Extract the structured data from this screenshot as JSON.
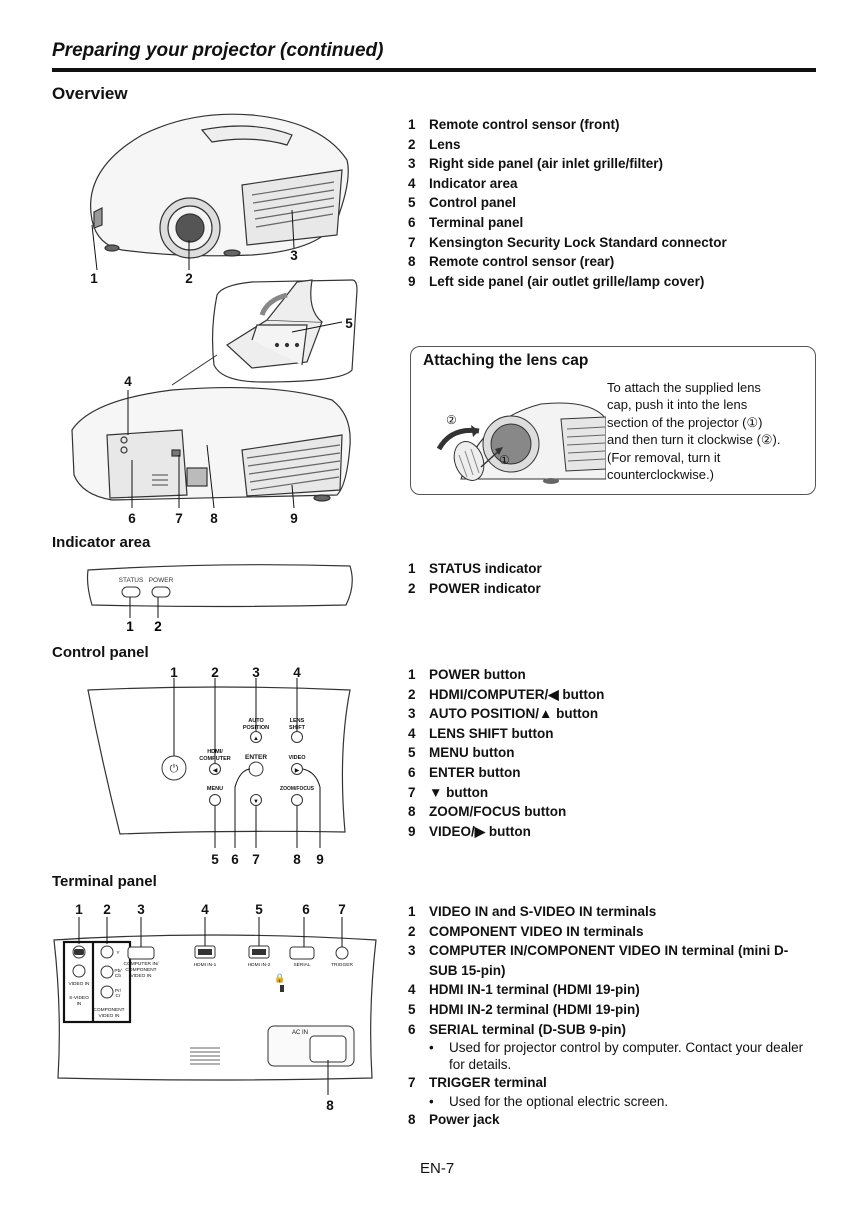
{
  "header": {
    "title": "Preparing your projector (continued)"
  },
  "overview": {
    "title": "Overview",
    "callouts": [
      "1",
      "2",
      "3",
      "4",
      "5",
      "6",
      "7",
      "8",
      "9"
    ],
    "items": [
      {
        "n": "1",
        "text": "Remote control sensor (front)"
      },
      {
        "n": "2",
        "text": "Lens"
      },
      {
        "n": "3",
        "text": "Right side panel (air inlet grille/filter)"
      },
      {
        "n": "4",
        "text": "Indicator area"
      },
      {
        "n": "5",
        "text": "Control panel"
      },
      {
        "n": "6",
        "text": "Terminal panel"
      },
      {
        "n": "7",
        "text": "Kensington Security Lock Standard connector"
      },
      {
        "n": "8",
        "text": "Remote control sensor (rear)"
      },
      {
        "n": "9",
        "text": "Left side panel (air outlet grille/lamp cover)"
      }
    ]
  },
  "lens_cap": {
    "title": "Attaching the lens cap",
    "text_lines": [
      "To attach the supplied lens",
      "cap, push it into the lens",
      "section of the projector (①)",
      "and then turn it clockwise (②).",
      "(For removal, turn it",
      "counterclockwise.)"
    ],
    "marks": [
      "②",
      "①"
    ]
  },
  "indicator_area": {
    "title": "Indicator area",
    "panel_labels": [
      "STATUS",
      "POWER"
    ],
    "callouts": [
      "1",
      "2"
    ],
    "items": [
      {
        "n": "1",
        "text": "STATUS indicator"
      },
      {
        "n": "2",
        "text": "POWER indicator"
      }
    ]
  },
  "control_panel": {
    "title": "Control panel",
    "callouts": [
      "1",
      "2",
      "3",
      "4",
      "5",
      "6",
      "7",
      "8",
      "9"
    ],
    "panel_labels": {
      "hdmi": [
        "HDMI/",
        "COMPUTER"
      ],
      "auto": [
        "AUTO",
        "POSITION"
      ],
      "lens": [
        "LENS",
        "SHIFT"
      ],
      "enter": "ENTER",
      "video": "VIDEO",
      "menu": "MENU",
      "zoom": "ZOOM/FOCUS"
    },
    "items": [
      {
        "n": "1",
        "text": "POWER button"
      },
      {
        "n": "2",
        "text": "HDMI/COMPUTER/◀ button"
      },
      {
        "n": "3",
        "text": "AUTO POSITION/▲ button"
      },
      {
        "n": "4",
        "text": "LENS SHIFT button"
      },
      {
        "n": "5",
        "text": "MENU button"
      },
      {
        "n": "6",
        "text": "ENTER button"
      },
      {
        "n": "7",
        "text": "▼ button"
      },
      {
        "n": "8",
        "text": "ZOOM/FOCUS button"
      },
      {
        "n": "9",
        "text": "VIDEO/▶ button"
      }
    ]
  },
  "terminal_panel": {
    "title": "Terminal panel",
    "callouts": [
      "1",
      "2",
      "3",
      "4",
      "5",
      "6",
      "7",
      "8"
    ],
    "panel_labels": {
      "video_in": "VIDEO IN",
      "s_video": [
        "S-VIDEO",
        "IN"
      ],
      "component": [
        "COMPONENT",
        "VIDEO IN"
      ],
      "computer": [
        "COMPUTER IN/",
        "COMPONENT",
        "VIDEO IN"
      ],
      "hdmi1": "HDMI IN-1",
      "hdmi2": "HDMI IN-2",
      "serial": "SERIAL",
      "trigger": "TRIGGER",
      "ac_in": "AC IN",
      "y": "Y",
      "pb": [
        "Pb/",
        "Cb"
      ],
      "pr": [
        "Pr/",
        "Cr"
      ]
    },
    "items": [
      {
        "n": "1",
        "text": "VIDEO IN and S-VIDEO IN terminals"
      },
      {
        "n": "2",
        "text": "COMPONENT VIDEO IN terminals"
      },
      {
        "n": "3",
        "text": "COMPUTER IN/COMPONENT VIDEO IN terminal (mini D-SUB 15-pin)"
      },
      {
        "n": "4",
        "text": "HDMI IN-1 terminal (HDMI 19-pin)"
      },
      {
        "n": "5",
        "text": "HDMI IN-2 terminal (HDMI 19-pin)"
      },
      {
        "n": "6",
        "text": "SERIAL terminal (D-SUB 9-pin)",
        "sub": "Used for projector control by computer. Contact your dealer for details."
      },
      {
        "n": "7",
        "text": "TRIGGER terminal",
        "sub": "Used for the optional electric screen."
      },
      {
        "n": "8",
        "text": "Power jack"
      }
    ]
  },
  "footer": {
    "page": "EN-7"
  }
}
